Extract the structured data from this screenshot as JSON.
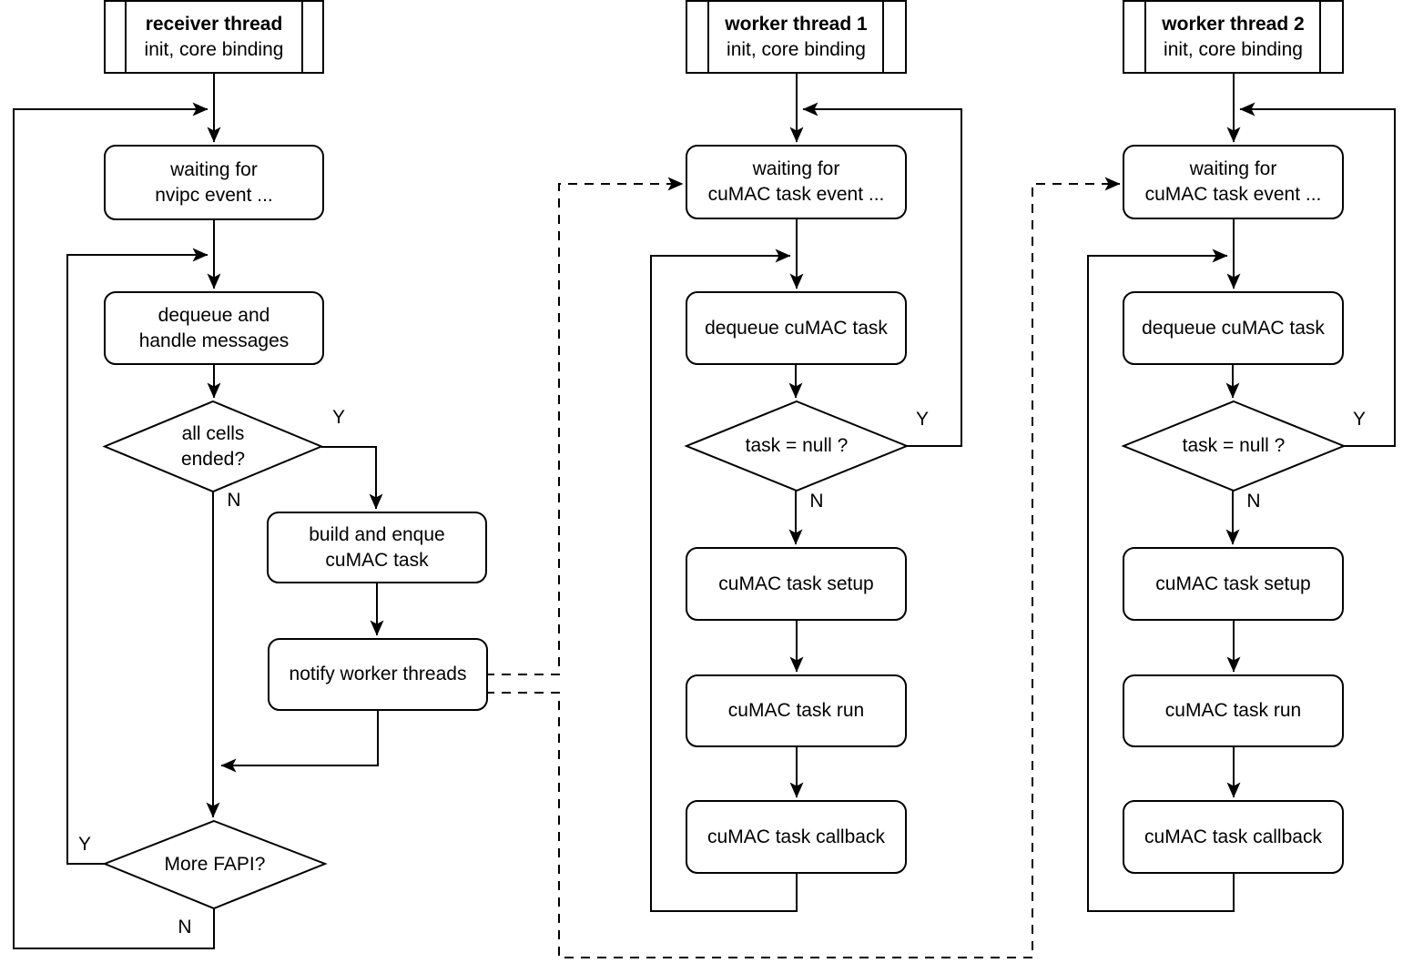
{
  "canvas": {
    "background_color": "#ffffff",
    "stroke_color": "#000000",
    "fill_color": "#ffffff",
    "text_color": "#000000"
  },
  "receiver_thread": {
    "header": {
      "title": "receiver thread",
      "subtitle": "init, core binding"
    },
    "waiting": {
      "line1": "waiting for",
      "line2": "nvipc event ..."
    },
    "dequeue": {
      "line1": "dequeue and",
      "line2": "handle messages"
    },
    "all_cells_decision": {
      "line1": "all cells",
      "line2": "ended?",
      "yes_label": "Y",
      "no_label": "N"
    },
    "build_enque": {
      "line1": "build and enque",
      "line2": "cuMAC task"
    },
    "notify": {
      "label": "notify worker threads"
    },
    "more_fapi_decision": {
      "label": "More FAPI?",
      "yes_label": "Y",
      "no_label": "N"
    }
  },
  "worker_thread_1": {
    "header": {
      "title": "worker thread 1",
      "subtitle": "init, core binding"
    },
    "waiting": {
      "line1": "waiting for",
      "line2": "cuMAC task event ..."
    },
    "dequeue": {
      "label": "dequeue cuMAC task"
    },
    "null_decision": {
      "label": "task = null ?",
      "yes_label": "Y",
      "no_label": "N"
    },
    "setup": {
      "label": "cuMAC task setup"
    },
    "run": {
      "label": "cuMAC task run"
    },
    "callback": {
      "label": "cuMAC task callback"
    }
  },
  "worker_thread_2": {
    "header": {
      "title": "worker thread 2",
      "subtitle": "init, core binding"
    },
    "waiting": {
      "line1": "waiting for",
      "line2": "cuMAC task event ..."
    },
    "dequeue": {
      "label": "dequeue cuMAC task"
    },
    "null_decision": {
      "label": "task = null ?",
      "yes_label": "Y",
      "no_label": "N"
    },
    "setup": {
      "label": "cuMAC task setup"
    },
    "run": {
      "label": "cuMAC task run"
    },
    "callback": {
      "label": "cuMAC task callback"
    }
  }
}
